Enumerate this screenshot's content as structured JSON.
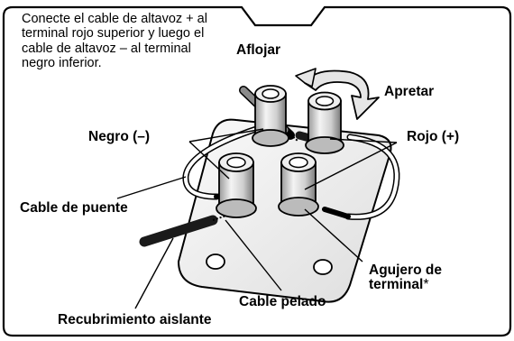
{
  "instruction": "Conecte el cable de altavoz + al terminal rojo superior y luego el cable de altavoz – al terminal negro inferior.",
  "labels": {
    "loosen": "Aflojar",
    "tighten": "Apretar",
    "negative": "Negro (–)",
    "positive": "Rojo (+)",
    "jumper_cable": "Cable de puente",
    "terminal_hole": "Agujero de",
    "terminal_hole_line2": "terminal",
    "terminal_hole_mark": "*",
    "stripped_cable": "Cable pelado",
    "insulation": "Recubrimiento aislante"
  },
  "colors": {
    "outline": "#000000",
    "plate": "#f2f2f2",
    "terminal_body": "#d4d4d4",
    "arrow_fill": "#e6e6e6",
    "cable_dark": "#1a1a1a"
  }
}
